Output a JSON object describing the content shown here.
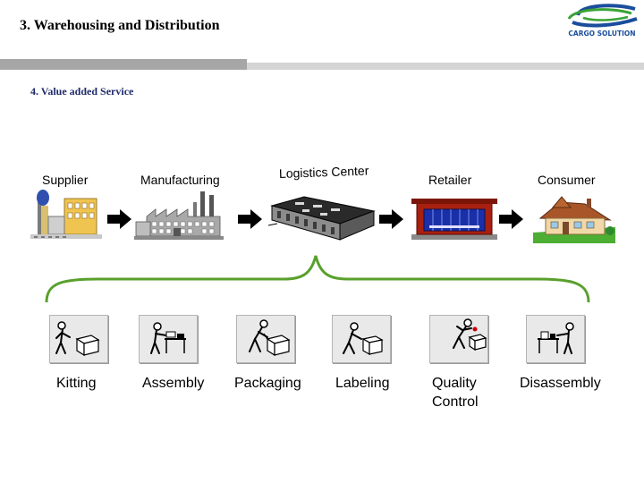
{
  "header": {
    "title": "3. Warehousing and Distribution",
    "subtitle": "4. Value added Service",
    "logo_text": "CARGO SOLUTION"
  },
  "stages": [
    {
      "label": "Supplier",
      "icon": "supplier-factory-icon"
    },
    {
      "label": "Manufacturing",
      "icon": "manufacturing-plant-icon"
    },
    {
      "label": "Logistics Center",
      "icon": "logistics-warehouse-icon"
    },
    {
      "label": "Retailer",
      "icon": "retail-store-icon"
    },
    {
      "label": "Consumer",
      "icon": "house-icon"
    }
  ],
  "activities": [
    {
      "label": "Kitting",
      "icon": "kitting-worker-icon"
    },
    {
      "label": "Assembly",
      "icon": "assembly-worker-icon"
    },
    {
      "label": "Packaging",
      "icon": "packaging-worker-icon"
    },
    {
      "label": "Labeling",
      "icon": "labeling-worker-icon"
    },
    {
      "label": "Quality Control",
      "label_lines": [
        "Quality",
        "Control"
      ],
      "icon": "quality-control-worker-icon"
    },
    {
      "label": "Disassembly",
      "icon": "disassembly-worker-icon"
    }
  ],
  "colors": {
    "brace": "#5aa02c",
    "arrow": "#000000",
    "logo_blue": "#1a4e9c",
    "logo_green": "#3aa335",
    "title_navy": "#1f2a6b"
  }
}
